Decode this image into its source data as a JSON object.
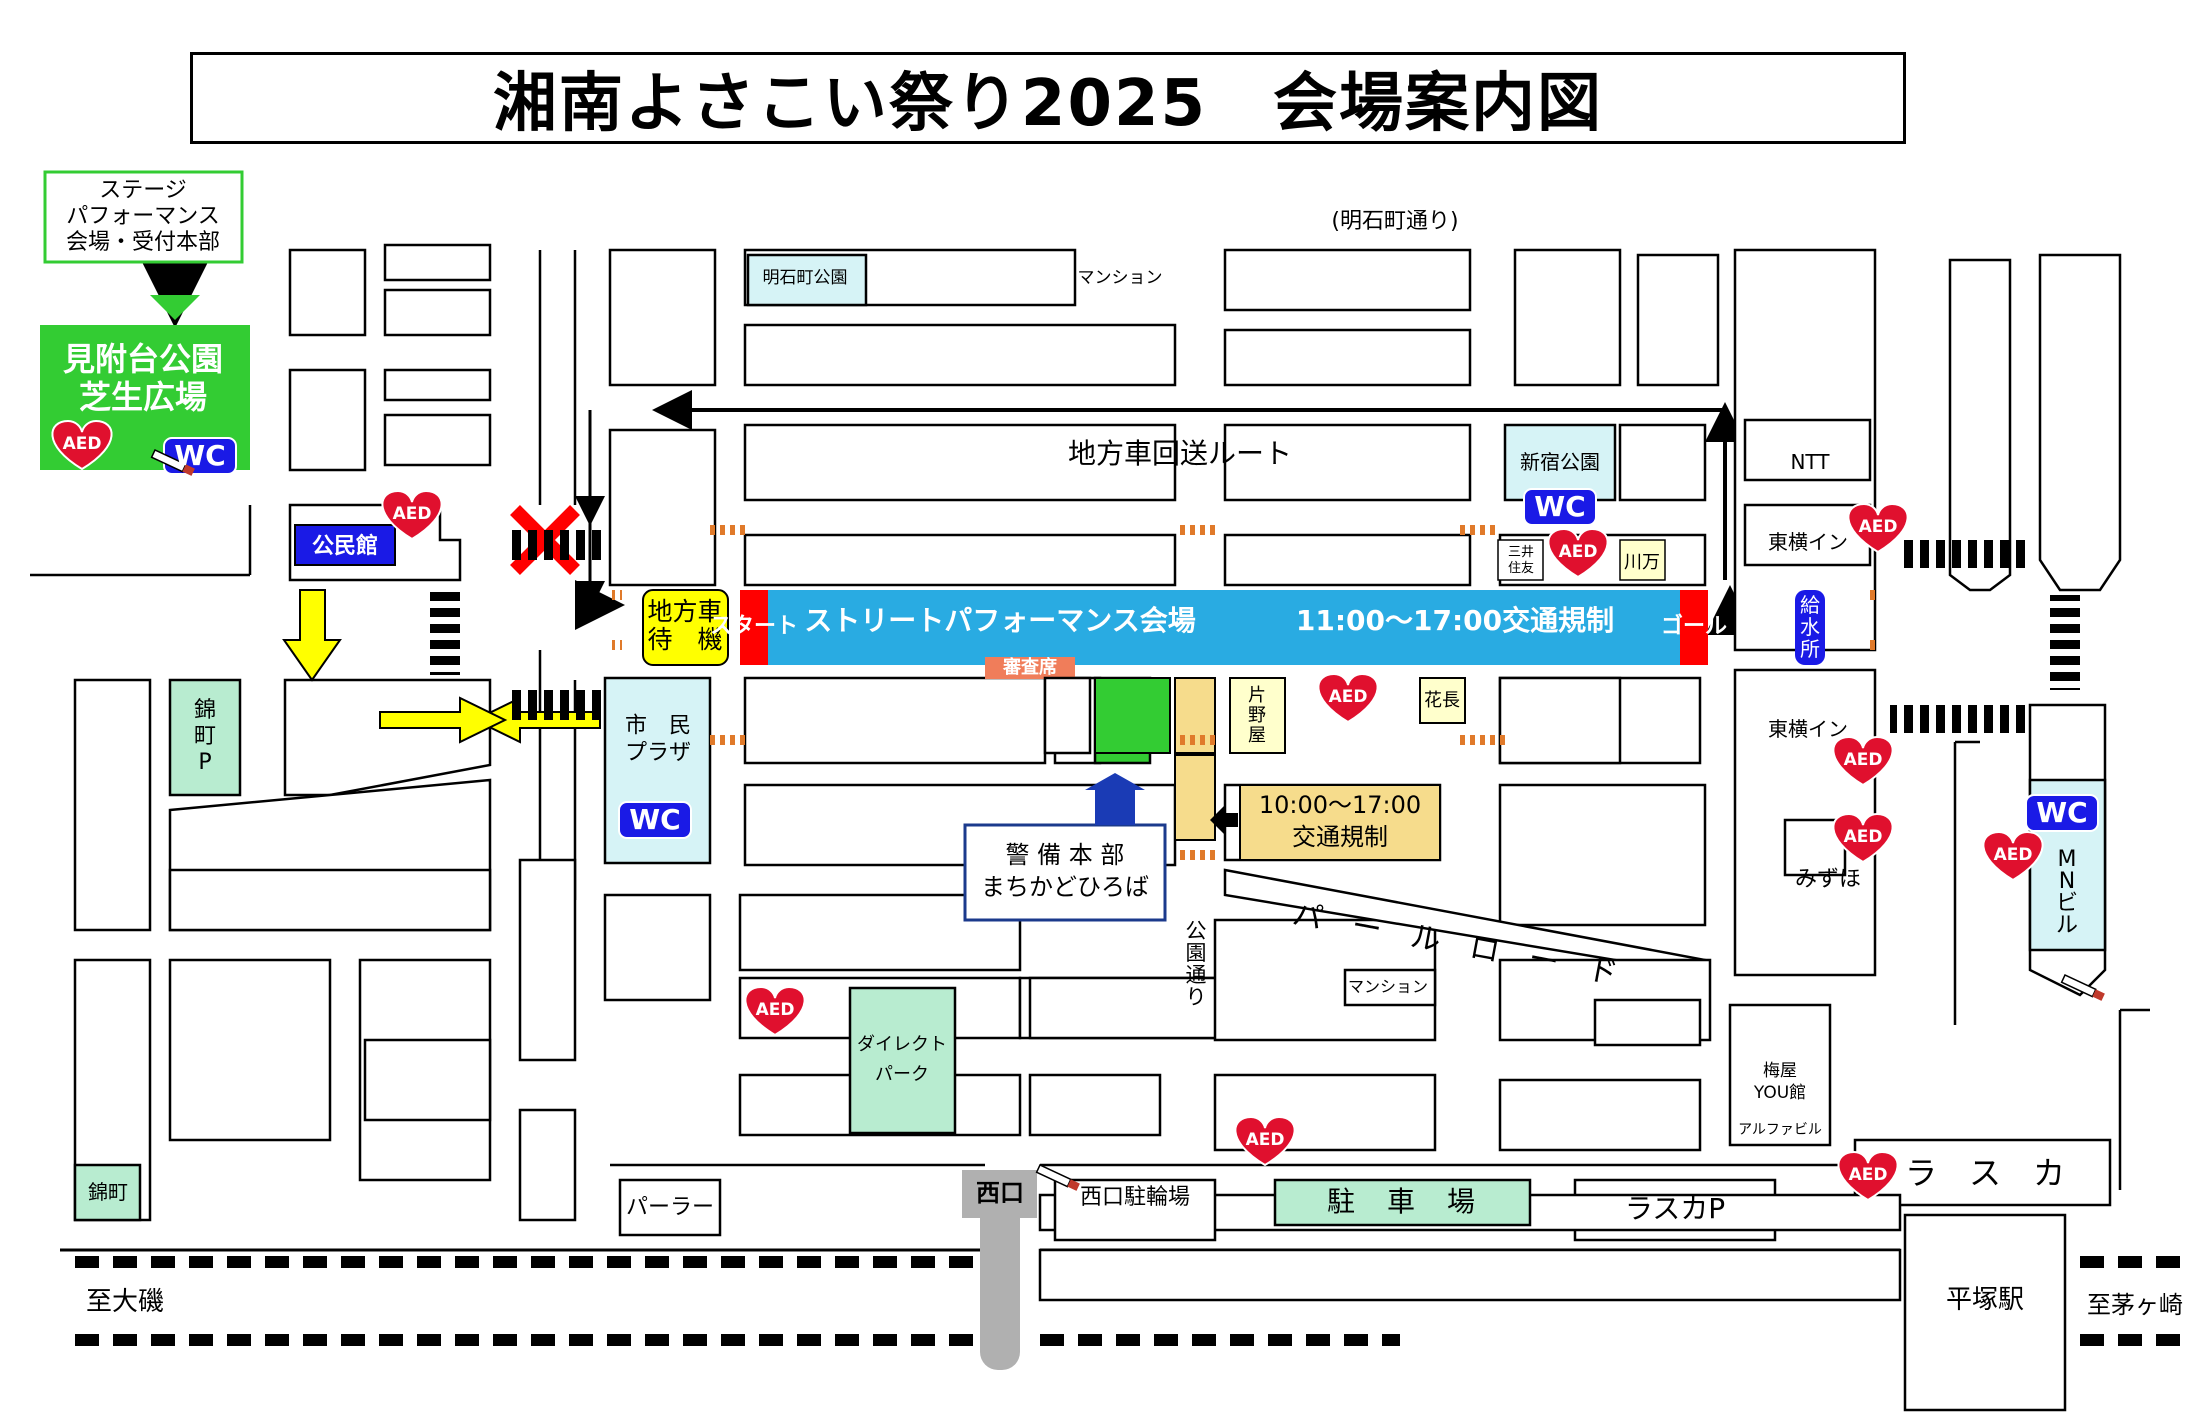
{
  "title": "湘南よさこい祭り2025　会場案内図",
  "labels": {
    "stage_note": "ステージ\nパフォーマンス\n会場・受付本部",
    "park": "見附台公園\n芝生広場",
    "aed": "AED",
    "wc": "WC",
    "koumin": "公民館",
    "akashi_dori": "(明石町通り)",
    "akashi_park": "明石町公園",
    "mansion": "マンション",
    "route": "地方車回送ルート",
    "shinjuku_park": "新宿公園",
    "ntt": "NTT",
    "toyoko1": "東横イン",
    "toyoko2": "東横イン",
    "mitsui": "三井\n住友",
    "kawaman": "川万",
    "jikata_wait": "地方車\n待　機",
    "start": "スタート",
    "goal": "ゴール",
    "venue": "ストリートパフォーマンス会場",
    "traffic_time": "11:00～17:00交通規制",
    "shinsa": "審査席",
    "kyusui": "給\n水\n所",
    "nishikicho_p": "錦\n町\nP",
    "shimin_plaza": "市　民\nプラザ",
    "katanoya": "片\n野\n屋",
    "hanacho": "花長",
    "keibi": "警 備 本 部\nまちかどひろば",
    "traffic2": "10:00～17:00\n交通規制",
    "koen_dori": "公\n園\n通\nり",
    "pearl_road": "パ　ー　ル　ロ　ー　ド",
    "mizuho": "みずほ",
    "mn_bldg": "M\nN\nビ\nル",
    "direct_park": "ダイレクト\nパーク",
    "umeya": "梅屋\nYOU館",
    "alfabil": "アルファビル",
    "nishikicho": "錦町",
    "parlor": "パーラー",
    "nishiguchi": "西口",
    "bike_parking": "西口駐輪場",
    "parking": "駐　車　場",
    "lasca_p": "ラスカP",
    "lasca": "ラ　ス　カ",
    "station": "平塚駅",
    "to_oiso": "至大磯",
    "to_chigasaki": "至茅ヶ崎"
  },
  "colors": {
    "venue_blue": "#29abe2",
    "park_green": "#33cc33",
    "light_green": "#b8ecd0",
    "light_blue": "#d6f3f6",
    "yellow": "#ffff00",
    "tan": "#f6dc8c",
    "red": "#ff0000",
    "aed_red": "#e0102e",
    "wc_blue": "#1a1ae6",
    "navy": "#1b3a8c",
    "gray": "#b0b0b0",
    "orange": "#e07a2a"
  }
}
